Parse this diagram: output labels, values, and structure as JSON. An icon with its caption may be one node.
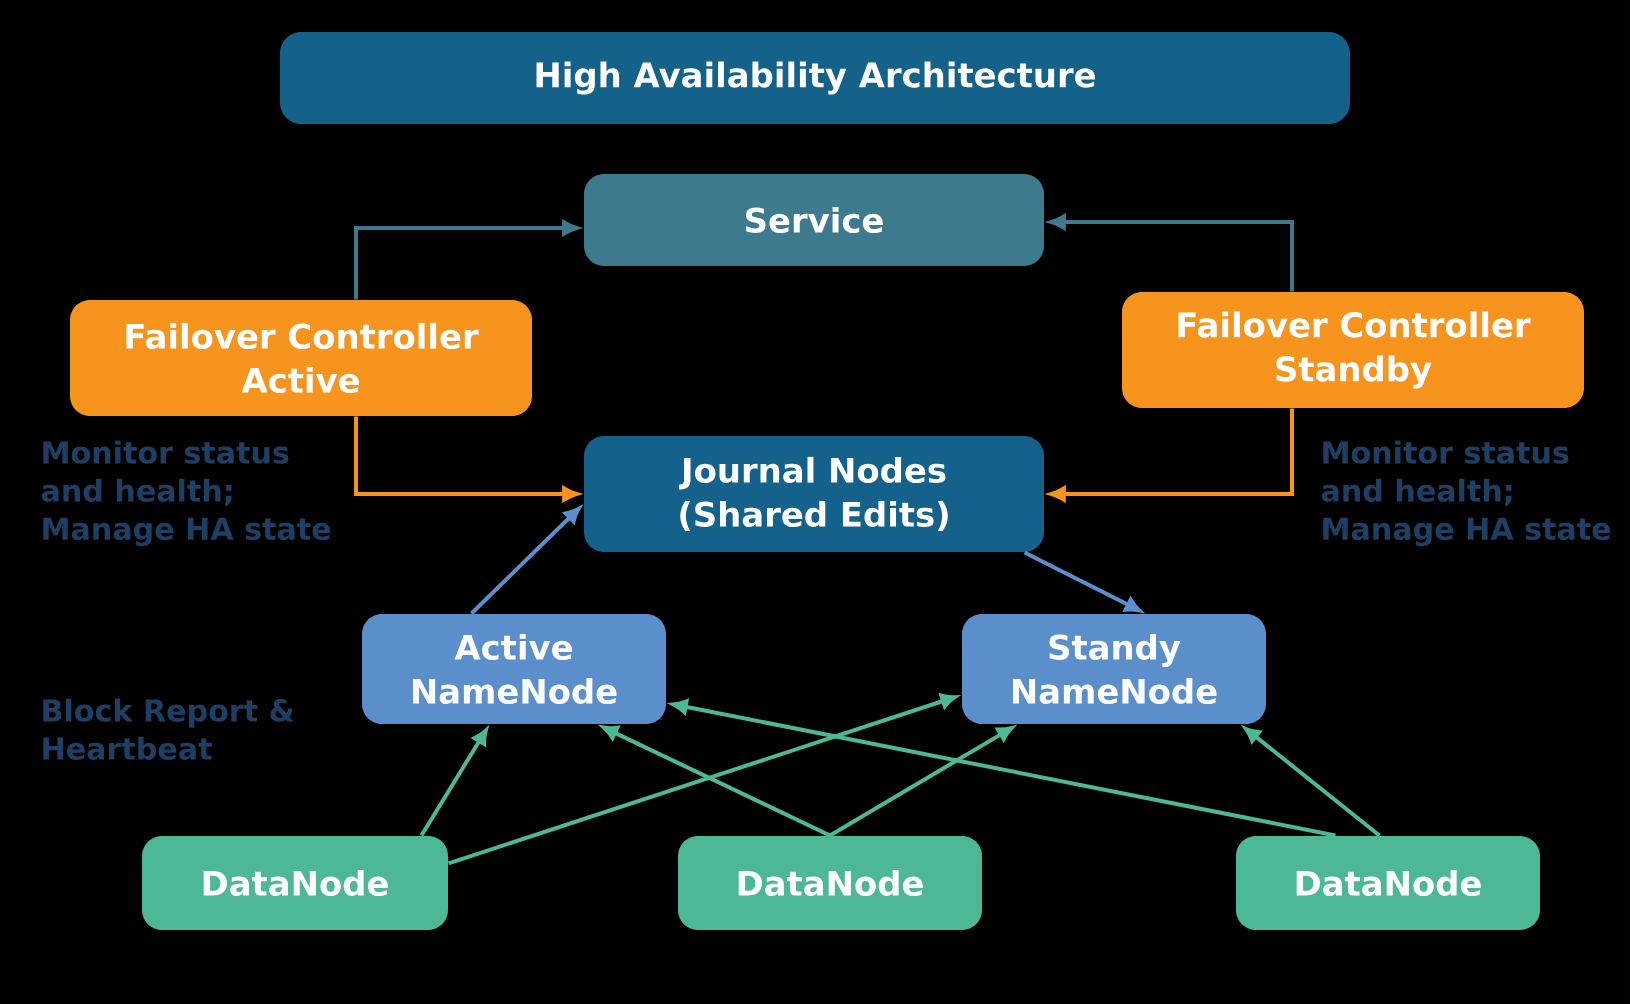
{
  "diagram": {
    "title": "High Availability Architecture",
    "nodes": [
      {
        "text": [
          "Service"
        ]
      },
      {
        "text": [
          "Failover Controller Active"
        ],
        "beside": [
          "Monitor status and health; Manage HA state"
        ]
      },
      {
        "text": [
          "Failover Controller Standby"
        ],
        "beside": [
          "Monitor status and health; Manage HA state"
        ]
      },
      {
        "text": [
          "Journal Nodes (Shared Edits)"
        ]
      },
      {
        "text": [
          "Active NameNode"
        ]
      },
      {
        "text": [
          "Standy NameNode"
        ]
      },
      {
        "text": [
          "DataNode"
        ]
      },
      {
        "text": [
          "DataNode"
        ]
      },
      {
        "text": [
          "DataNode"
        ]
      }
    ],
    "edges": [
      {
        "from": 1,
        "to": 0,
        "arrow": "to",
        "color": "#3e7a8e"
      },
      {
        "from": 2,
        "to": 0,
        "arrow": "to",
        "color": "#3e7a8e"
      },
      {
        "from": 1,
        "to": 3,
        "arrow": "to",
        "color": "#f7941d"
      },
      {
        "from": 2,
        "to": 3,
        "arrow": "to",
        "color": "#f7941d"
      },
      {
        "from": 4,
        "to": 3,
        "arrow": "to",
        "color": "#5b8fcc"
      },
      {
        "from": 3,
        "to": 5,
        "arrow": "to",
        "color": "#5b8fcc"
      },
      {
        "from": 6,
        "to": 4,
        "arrow": "to"
      },
      {
        "from": 6,
        "to": 5,
        "arrow": "to"
      },
      {
        "from": 7,
        "to": 4,
        "arrow": "to"
      },
      {
        "from": 7,
        "to": 5,
        "arrow": "to"
      },
      {
        "from": 8,
        "to": 4,
        "arrow": "to"
      },
      {
        "from": 8,
        "to": 5,
        "arrow": "to"
      }
    ],
    "labels": [
      "Block Report & Heartbeat"
    ]
  }
}
